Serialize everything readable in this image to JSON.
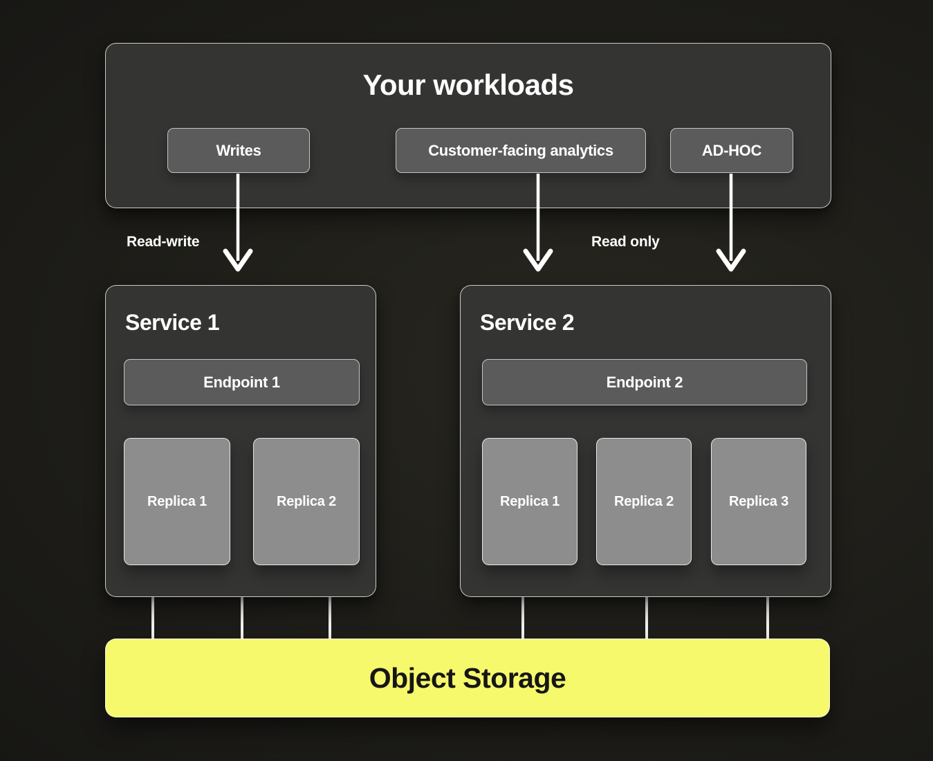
{
  "colors": {
    "panel_bg": "#343433",
    "node_bg": "#5b5b5b",
    "replica_bg": "#8d8d8d",
    "storage_bg": "#f5f96b",
    "text_light": "#ffffff",
    "storage_text": "#161616",
    "arrow": "#ffffff"
  },
  "workloads": {
    "title": "Your workloads",
    "buttons": [
      {
        "label": "Writes"
      },
      {
        "label": "Customer-facing analytics"
      },
      {
        "label": "AD-HOC"
      }
    ]
  },
  "edge_labels": {
    "read_write": "Read-write",
    "read_only": "Read only"
  },
  "services": [
    {
      "title": "Service 1",
      "endpoint": {
        "label": "Endpoint 1"
      },
      "replicas": [
        {
          "label": "Replica 1"
        },
        {
          "label": "Replica 2"
        }
      ]
    },
    {
      "title": "Service 2",
      "endpoint": {
        "label": "Endpoint 2"
      },
      "replicas": [
        {
          "label": "Replica 1"
        },
        {
          "label": "Replica 2"
        },
        {
          "label": "Replica 3"
        }
      ]
    }
  ],
  "storage": {
    "label": "Object Storage"
  }
}
